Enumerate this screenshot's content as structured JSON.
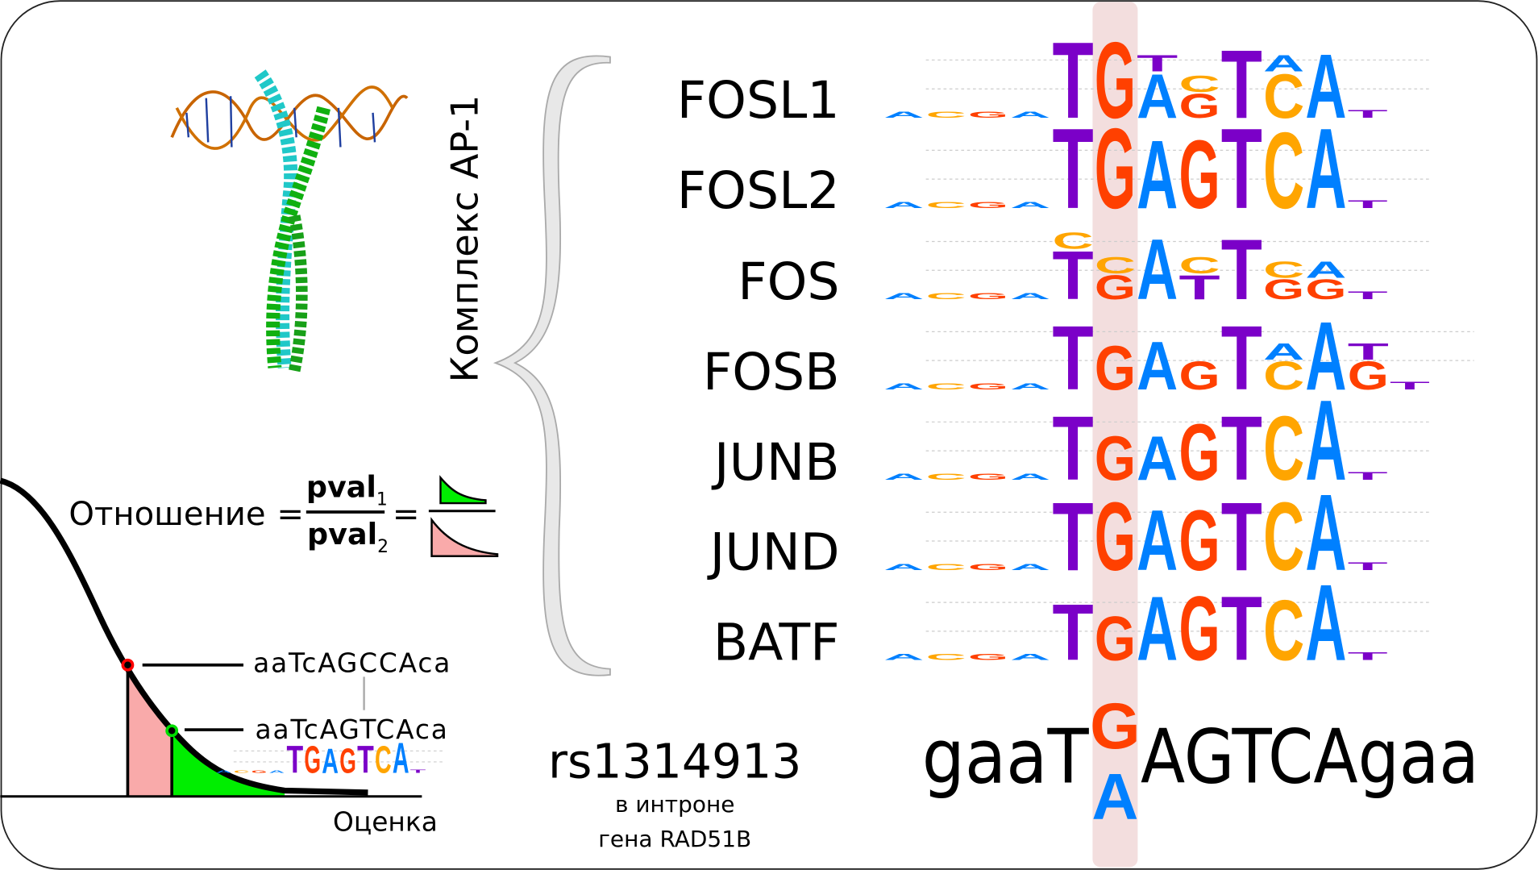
{
  "colors": {
    "T": "#7b00c8",
    "G": "#ff4000",
    "A": "#0080ff",
    "C": "#ffa500",
    "highlight": "#f3dede",
    "pink_area": "#f9aaaa",
    "green_area": "#00ee00"
  },
  "complex_label": "Комплекс AP-1",
  "formula": {
    "label": "Отношение",
    "equals": "=",
    "numerator": "pval",
    "numerator_sub": "1",
    "denominator": "pval",
    "denominator_sub": "2"
  },
  "score_axis_label": "Оценка",
  "sequences": {
    "alt": "aaTcAGCCAca",
    "ref": "aaTcAGTCAca"
  },
  "snp": {
    "id": "rs1314913",
    "line1": "в интроне",
    "line2": "гена RAD51B"
  },
  "genome_sequence": {
    "left": "gaaT",
    "ref_allele": "G",
    "alt_allele": "A",
    "right": "AGTCAgaa"
  },
  "motifs": [
    {
      "name": "FOSL1",
      "columns": [
        [
          "T",
          0.95
        ],
        [
          "G",
          0.95
        ],
        [
          "A",
          0.55,
          "T"
        ],
        [
          "G",
          0.3,
          "C"
        ],
        [
          "T",
          0.85
        ],
        [
          "C",
          0.55,
          "A"
        ],
        [
          "A",
          0.8
        ]
      ]
    },
    {
      "name": "FOSL2",
      "columns": [
        [
          "T",
          1.0
        ],
        [
          "G",
          1.0
        ],
        [
          "A",
          0.85
        ],
        [
          "G",
          0.85
        ],
        [
          "T",
          1.0
        ],
        [
          "C",
          0.95
        ],
        [
          "A",
          1.0
        ]
      ]
    },
    {
      "name": "FOS",
      "columns": [
        [
          "T",
          0.6,
          "C"
        ],
        [
          "G",
          0.3,
          "C"
        ],
        [
          "A",
          0.75
        ],
        [
          "T",
          0.3,
          "C"
        ],
        [
          "T",
          0.75
        ],
        [
          "G",
          0.25,
          "C"
        ],
        [
          "G",
          0.25,
          "A"
        ]
      ]
    },
    {
      "name": "FOSB",
      "columns": [
        [
          "T",
          0.8
        ],
        [
          "G",
          0.55
        ],
        [
          "A",
          0.6
        ],
        [
          "G",
          0.35
        ],
        [
          "T",
          0.8
        ],
        [
          "C",
          0.35,
          "A"
        ],
        [
          "A",
          0.85
        ],
        [
          "G",
          0.35,
          "T"
        ]
      ]
    },
    {
      "name": "JUNB",
      "columns": [
        [
          "T",
          0.8
        ],
        [
          "G",
          0.55
        ],
        [
          "A",
          0.55
        ],
        [
          "G",
          0.7
        ],
        [
          "T",
          0.8
        ],
        [
          "C",
          0.8
        ],
        [
          "A",
          1.0
        ]
      ]
    },
    {
      "name": "JUND",
      "columns": [
        [
          "T",
          0.85
        ],
        [
          "G",
          0.85
        ],
        [
          "A",
          0.75
        ],
        [
          "G",
          0.75
        ],
        [
          "T",
          0.85
        ],
        [
          "C",
          0.85
        ],
        [
          "A",
          0.95
        ]
      ]
    },
    {
      "name": "BATF",
      "columns": [
        [
          "T",
          0.7
        ],
        [
          "G",
          0.55
        ],
        [
          "A",
          0.8
        ],
        [
          "G",
          0.8
        ],
        [
          "T",
          0.8
        ],
        [
          "C",
          0.75
        ],
        [
          "A",
          0.95
        ]
      ]
    }
  ],
  "mini_logo": {
    "columns": [
      [
        "T",
        0.9
      ],
      [
        "G",
        0.9
      ],
      [
        "A",
        0.8
      ],
      [
        "G",
        0.8
      ],
      [
        "T",
        0.9
      ],
      [
        "C",
        0.9
      ],
      [
        "A",
        1.0
      ]
    ]
  }
}
